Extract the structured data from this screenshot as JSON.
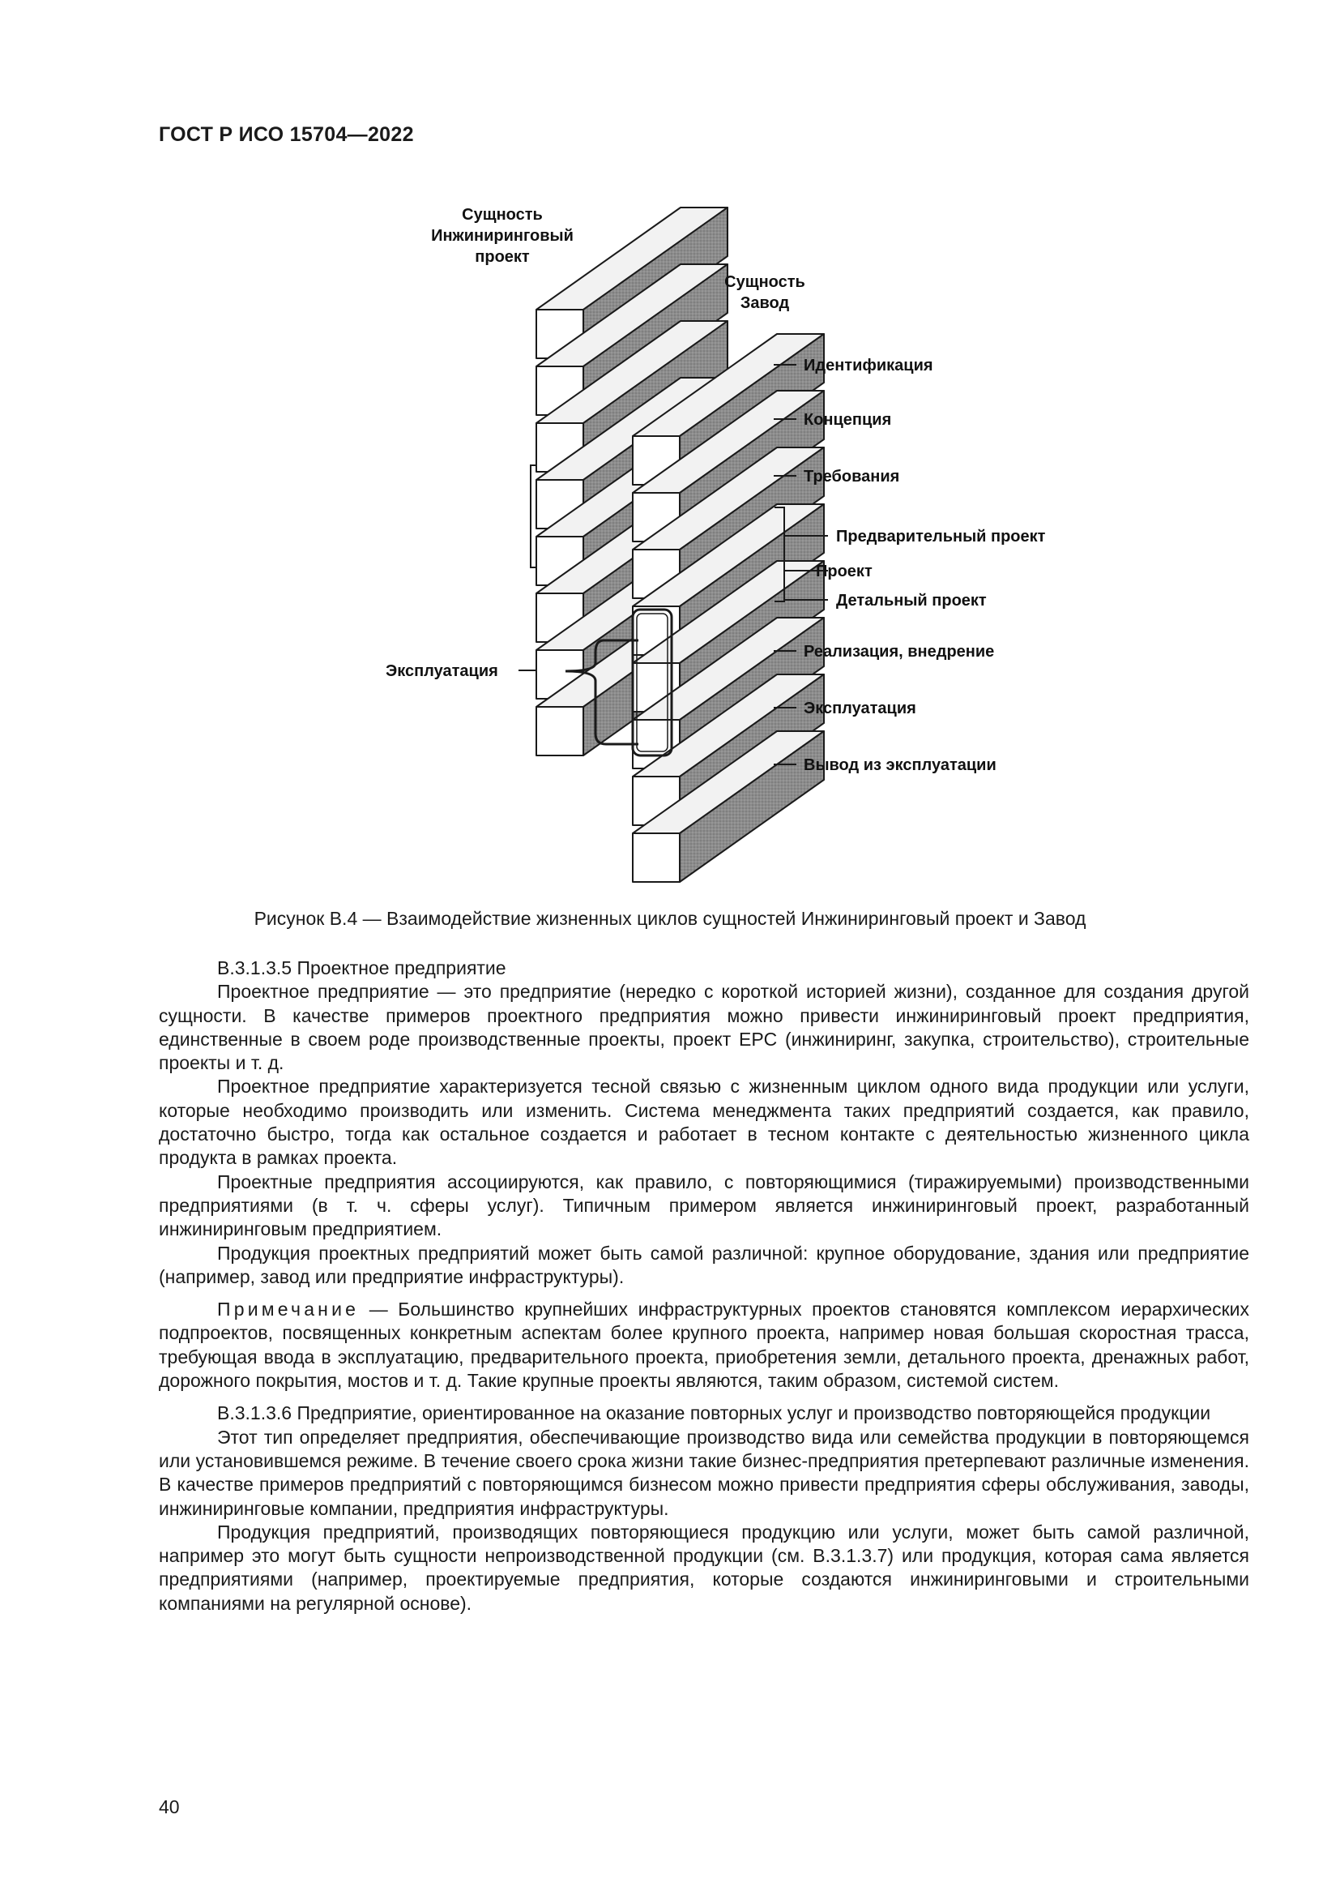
{
  "header": "ГОСТ Р ИСО 15704—2022",
  "figure": {
    "entity_engineering_lines": [
      "Сущность",
      "Инжиниринговый",
      "проект"
    ],
    "entity_plant_lines": [
      "Сущность",
      "Завод"
    ],
    "stage_labels": [
      "Идентификация",
      "Концепция",
      "Требования",
      "Предварительный проект",
      "Проект",
      "Детальный проект",
      "Реализация, внедрение",
      "Эксплуатация",
      "Вывод из эксплуатации"
    ],
    "left_label": "Эксплуатация"
  },
  "caption": "Рисунок В.4 — Взаимодействие жизненных циклов сущностей Инжиниринговый проект и Завод",
  "paragraphs": {
    "p1_heading": "В.3.1.3.5  Проектное предприятие",
    "p2": "Проектное предприятие — это предприятие (нередко с короткой историей жизни), созданное для создания другой сущности. В качестве примеров проектного предприятия можно привести инжиниринговый проект предприятия, единственные в своем роде производственные проекты, проект EPC (инжиниринг, закупка, строительство), строительные проекты и т. д.",
    "p3": "Проектное предприятие характеризуется тесной связью с жизненным циклом одного вида продукции или услуги, которые необходимо производить или изменить. Система менеджмента таких предприятий создается, как правило, достаточно быстро, тогда как остальное создается и работает в тесном контакте с деятельностью жизненного цикла продукта в рамках проекта.",
    "p4": "Проектные предприятия ассоциируются, как правило, с повторяющимися (тиражируемыми) производственными предприятиями (в т. ч. сферы услуг). Типичным примером является инжиниринговый проект, разработанный инжиниринговым предприятием.",
    "p5": "Продукция проектных предприятий может быть самой различной: крупное оборудование, здания или предприятие (например, завод или предприятие инфраструктуры).",
    "note_label": "Примечание",
    "note_text": " — Большинство крупнейших инфраструктурных проектов становятся комплексом иерархических подпроектов, посвященных конкретным аспектам более крупного проекта, например новая большая скоростная трасса, требующая ввода в эксплуатацию, предварительного проекта, приобретения земли, детального проекта, дренажных работ, дорожного покрытия, мостов и т. д. Такие крупные проекты являются, таким образом, системой систем.",
    "p6_heading": "В.3.1.3.6  Предприятие, ориентированное на оказание повторных услуг и производство повторяющейся продукции",
    "p7": "Этот тип определяет предприятия, обеспечивающие производство вида или семейства продукции в повторяющемся или установившемся режиме. В течение своего срока жизни такие бизнес-предприятия претерпевают различные изменения. В качестве примеров предприятий с повторяющимся бизнесом можно привести предприятия сферы обслуживания, заводы, инжиниринговые компании, предприятия инфраструктуры.",
    "p8": "Продукция предприятий, производящих повторяющиеся продукцию или услуги, может быть самой различной, например это могут быть сущности непроизводственной продукции (см. В.3.1.3.7) или продукция, которая сама является предприятиями (например, проектируемые предприятия, которые создаются инжиниринговыми и строительными компаниями на регулярной основе)."
  },
  "page_number": "40",
  "colors": {
    "block_top": "#f2f2f2",
    "block_side": "#8c8c8c",
    "block_front": "#ffffff",
    "stroke": "#1a1a1a"
  }
}
